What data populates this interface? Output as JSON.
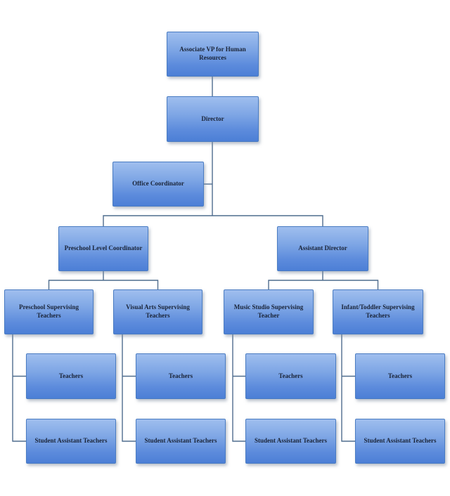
{
  "diagram": {
    "type": "org-chart",
    "title": "",
    "colors": {
      "box_fill_top": "#9fbeee",
      "box_fill_bottom": "#4c7fd6",
      "box_border": "#4a7cc2",
      "connector": "#4f6d8e",
      "label_text": "#1a2438",
      "background": "#ffffff"
    },
    "nodes": [
      {
        "id": "associate-vp",
        "label": "Associate VP for Human Resources",
        "reports_to": null
      },
      {
        "id": "director",
        "label": "Director",
        "reports_to": "associate-vp"
      },
      {
        "id": "office-coordinator",
        "label": "Office Coordinator",
        "reports_to": "director",
        "attachment": "assistant"
      },
      {
        "id": "preschool-level-coordinator",
        "label": "Preschool Level Coordinator",
        "reports_to": "director"
      },
      {
        "id": "assistant-director",
        "label": "Assistant Director",
        "reports_to": "director"
      },
      {
        "id": "preschool-supervising-teachers",
        "label": "Preschool Supervising Teachers",
        "reports_to": "preschool-level-coordinator"
      },
      {
        "id": "visual-arts-supervising-teachers",
        "label": "Visual Arts Supervising Teachers",
        "reports_to": "preschool-level-coordinator"
      },
      {
        "id": "music-studio-supervising-teacher",
        "label": "Music Studio Supervising Teacher",
        "reports_to": "assistant-director"
      },
      {
        "id": "infant-toddler-supervising-teachers",
        "label": "Infant/Toddler Supervising Teachers",
        "reports_to": "assistant-director"
      },
      {
        "id": "teachers-1",
        "label": "Teachers",
        "reports_to": "preschool-supervising-teachers"
      },
      {
        "id": "student-assistant-teachers-1",
        "label": "Student Assistant Teachers",
        "reports_to": "preschool-supervising-teachers"
      },
      {
        "id": "teachers-2",
        "label": "Teachers",
        "reports_to": "visual-arts-supervising-teachers"
      },
      {
        "id": "student-assistant-teachers-2",
        "label": "Student Assistant Teachers",
        "reports_to": "visual-arts-supervising-teachers"
      },
      {
        "id": "teachers-3",
        "label": "Teachers",
        "reports_to": "music-studio-supervising-teacher"
      },
      {
        "id": "student-assistant-teachers-3",
        "label": "Student Assistant Teachers",
        "reports_to": "music-studio-supervising-teacher"
      },
      {
        "id": "teachers-4",
        "label": "Teachers",
        "reports_to": "infant-toddler-supervising-teachers"
      },
      {
        "id": "student-assistant-teachers-4",
        "label": "Student Assistant Teachers",
        "reports_to": "infant-toddler-supervising-teachers"
      }
    ]
  }
}
